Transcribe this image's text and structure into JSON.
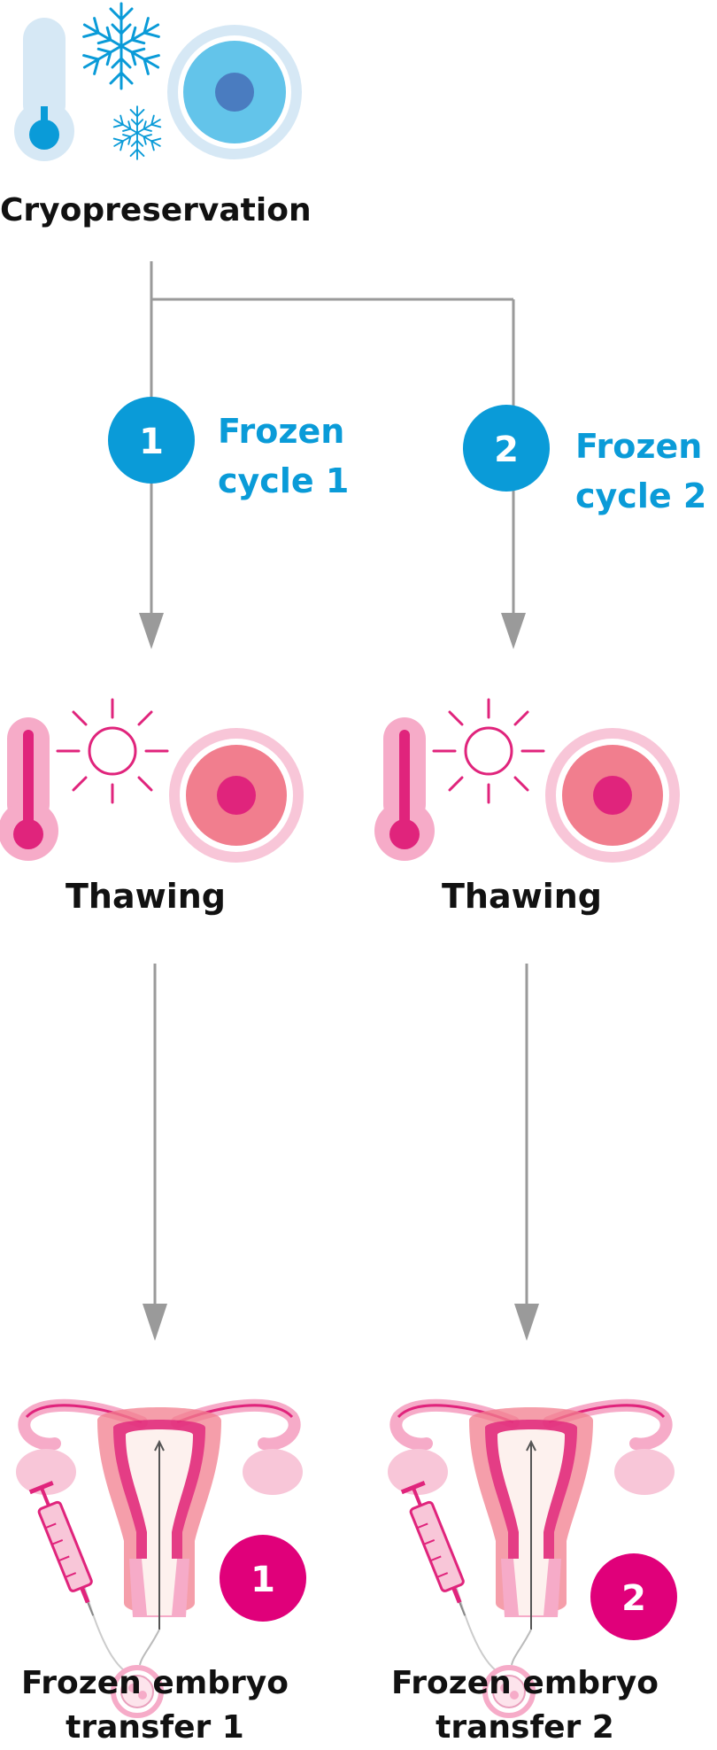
{
  "colors": {
    "blue": "#0a9bd8",
    "blue_light": "#63c4ea",
    "blue_pale": "#d6e8f5",
    "magenta": "#e0247c",
    "pink": "#f17e8e",
    "pink_light": "#f6abc8",
    "arrow": "#9a9a9a",
    "text": "#111111"
  },
  "top": {
    "title": "Cryopreservation"
  },
  "cycles": [
    {
      "number": "1",
      "label_line1": "Frozen",
      "label_line2": "cycle 1"
    },
    {
      "number": "2",
      "label_line1": "Frozen",
      "label_line2": "cycle 2"
    }
  ],
  "thawing": [
    {
      "title": "Thawing"
    },
    {
      "title": "Thawing"
    }
  ],
  "transfers": [
    {
      "number": "1",
      "title_line1": "Frozen embryo",
      "title_line2": "transfer 1"
    },
    {
      "number": "2",
      "title_line1": "Frozen embryo",
      "title_line2": "transfer 2"
    }
  ],
  "icons": {
    "cryo": [
      "thermometer-cold-icon",
      "snowflake-icon",
      "frozen-cell-icon"
    ],
    "thaw": [
      "thermometer-warm-icon",
      "sun-icon",
      "thawed-cell-icon"
    ],
    "transfer": [
      "uterus-icon",
      "syringe-icon",
      "embryo-icon"
    ]
  }
}
